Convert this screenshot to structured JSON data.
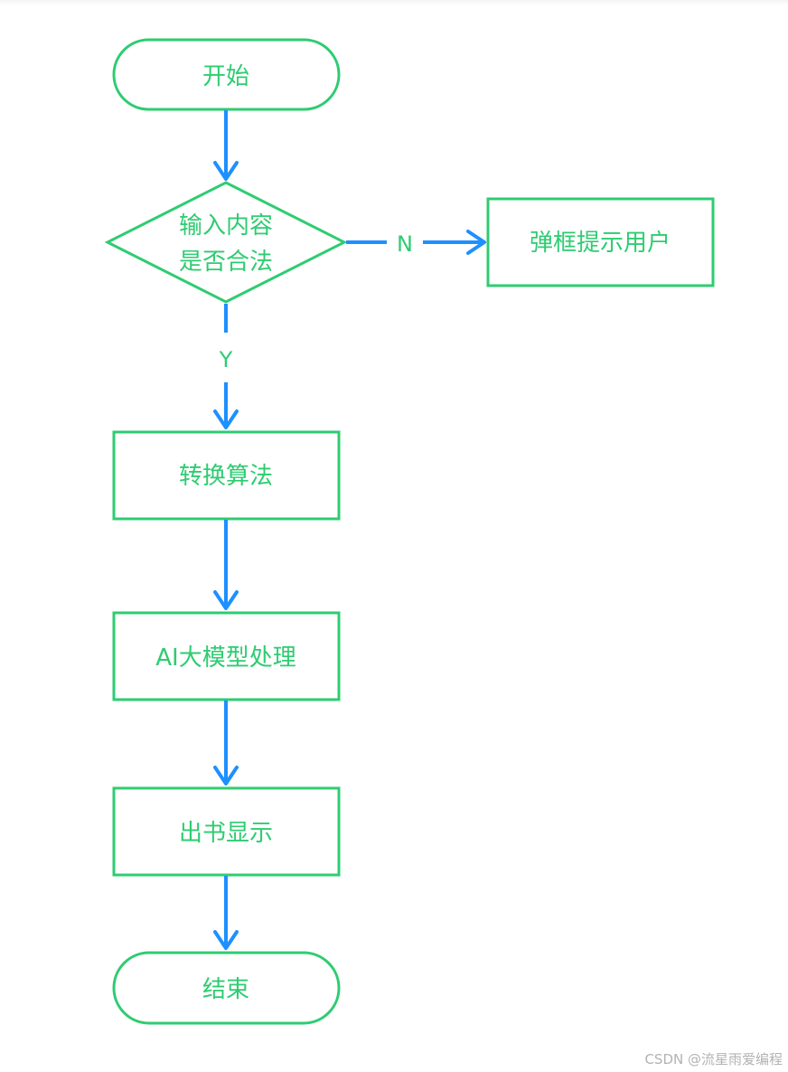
{
  "diagram": {
    "nodes": {
      "start": "开始",
      "decision_line1": "输入内容",
      "decision_line2": "是否合法",
      "alert": "弹框提示用户",
      "convert": "转换算法",
      "ai": "AI大模型处理",
      "output": "出书显示",
      "end": "结束"
    },
    "edges": {
      "no_label": "N",
      "yes_label": "Y"
    },
    "colors": {
      "node_stroke": "#2ecc71",
      "node_text": "#2ecc71",
      "arrow": "#1e90ff"
    }
  },
  "watermark": "CSDN @流星雨爱编程"
}
